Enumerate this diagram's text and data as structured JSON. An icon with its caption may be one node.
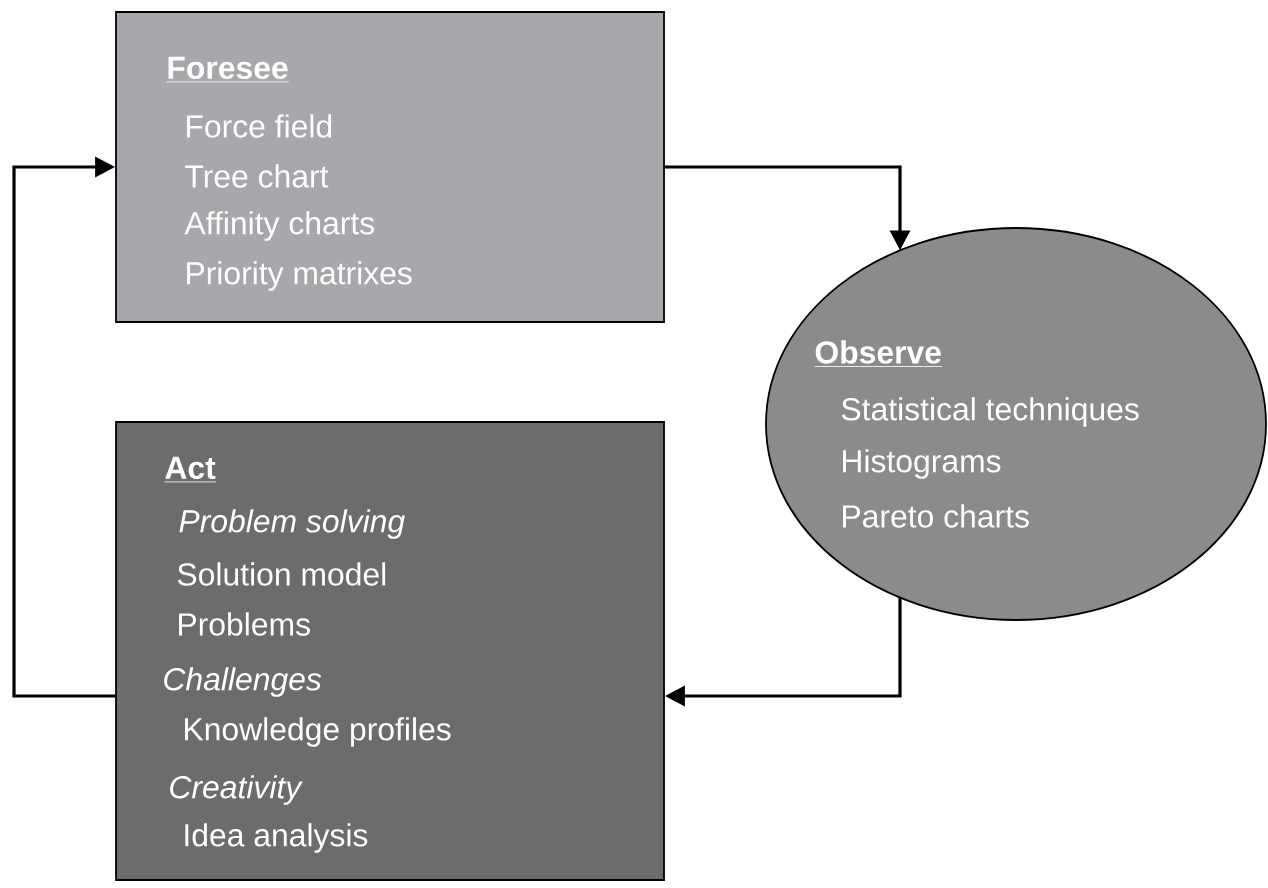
{
  "diagram": {
    "nodes": [
      {
        "text": [
          "Foresee",
          "Force field",
          "Tree chart",
          "Affinity charts",
          "Priority matrixes"
        ]
      },
      {
        "text": [
          "Observe",
          "Statistical techniques",
          "Histograms",
          "Pareto charts"
        ]
      },
      {
        "text": [
          "Act",
          "Problem solving",
          "Solution model",
          "Problems",
          "Challenges",
          "Knowledge profiles",
          "Creativity",
          "Idea analysis"
        ]
      }
    ],
    "edges": [
      {
        "from": 0,
        "to": 1,
        "arrow": "to"
      },
      {
        "from": 1,
        "to": 2,
        "arrow": "to"
      },
      {
        "from": 2,
        "to": 0,
        "arrow": "to"
      }
    ]
  }
}
